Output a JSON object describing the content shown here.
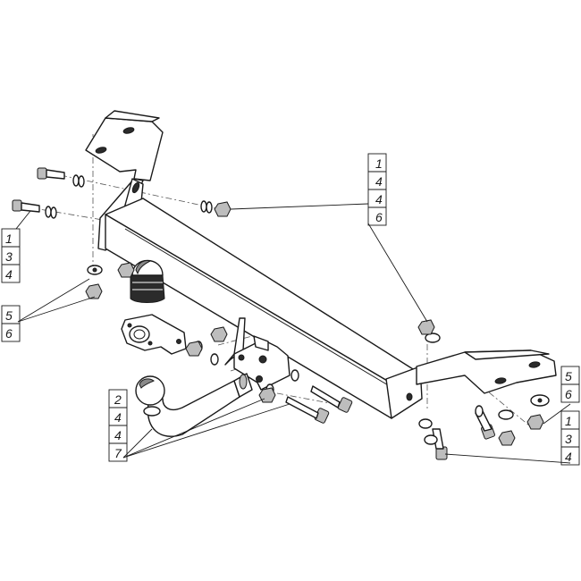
{
  "callouts": {
    "top_right": [
      "1",
      "4",
      "4",
      "6"
    ],
    "left": [
      "1",
      "3",
      "4"
    ],
    "left_nut": [
      "5",
      "6"
    ],
    "bottom_left": [
      "2",
      "4",
      "4",
      "7"
    ],
    "right_nut": [
      "5",
      "6"
    ],
    "right_bolt": [
      "1",
      "3",
      "4"
    ]
  }
}
